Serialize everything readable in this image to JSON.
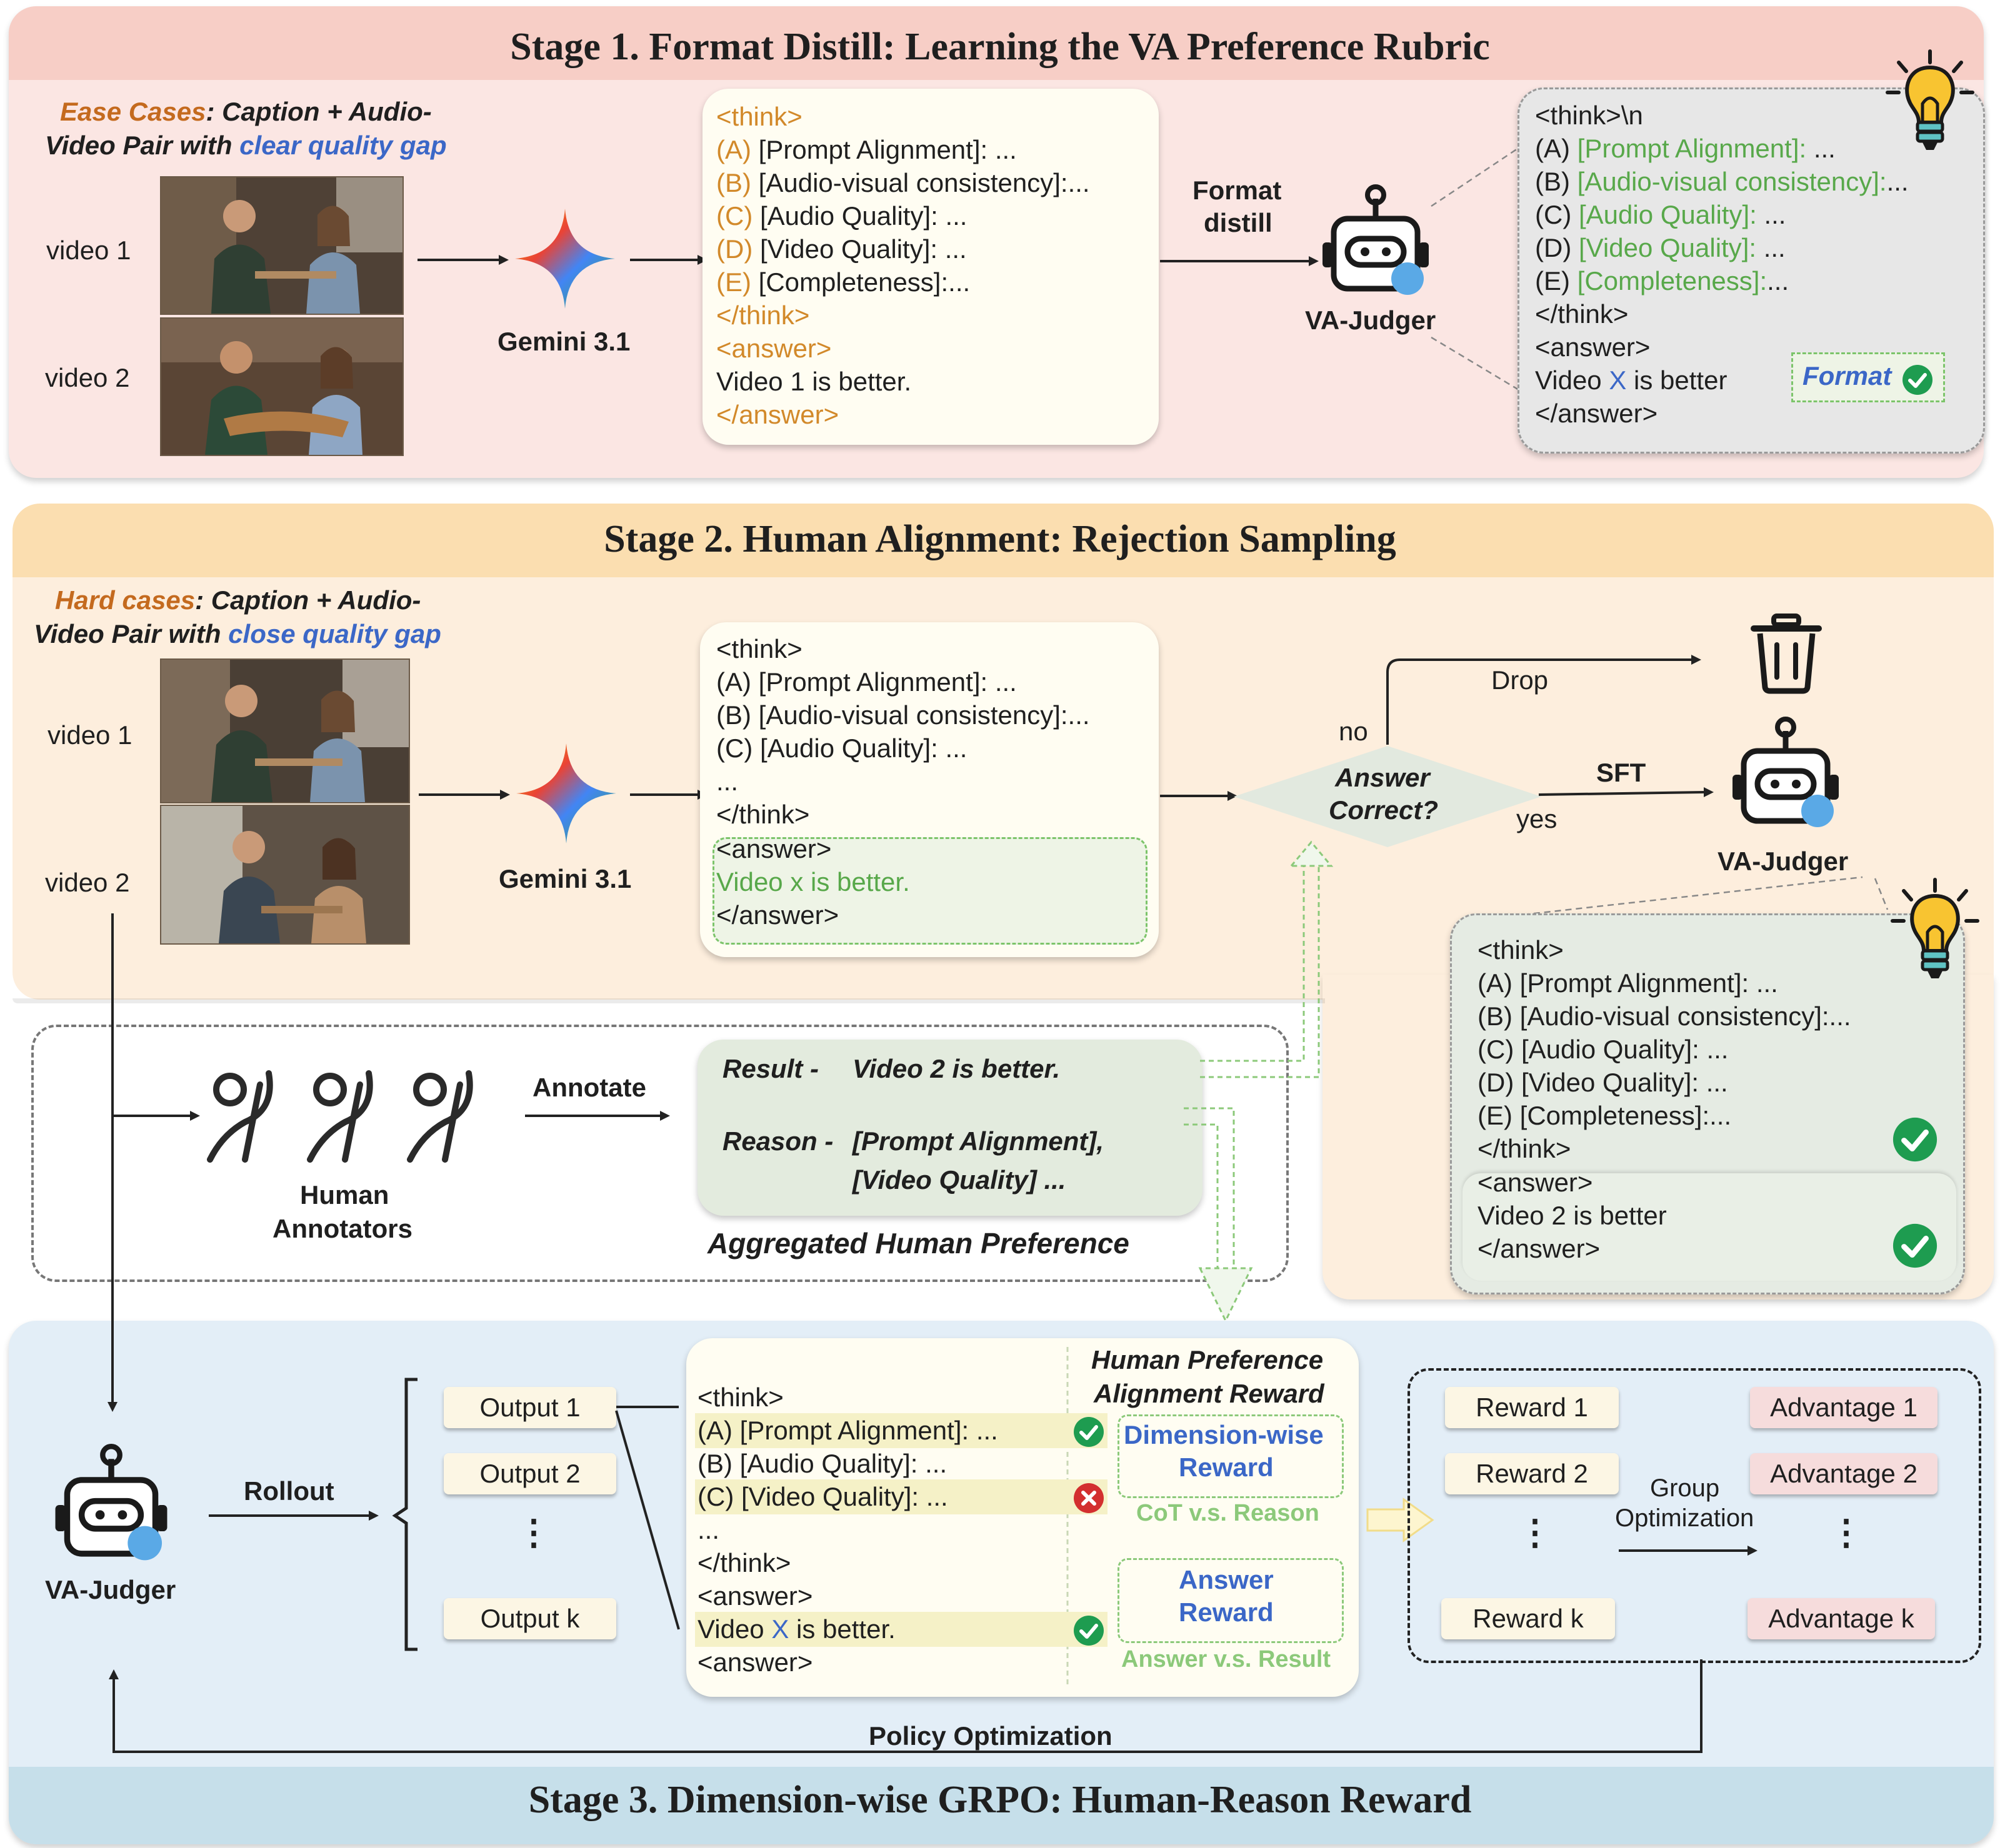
{
  "stage1": {
    "title": "Stage 1. Format Distill: Learning the VA Preference Rubric",
    "case_head": "Ease Cases",
    "case_rest": ": Caption + Audio-",
    "case_line2": "Video Pair with ",
    "case_gap": "clear quality gap",
    "video1": "video 1",
    "video2": "video 2",
    "model": "Gemini 3.1",
    "output": {
      "think_open": "<think>",
      "a_tag": "(A)",
      "a_text": " [Prompt Alignment]: ...",
      "b_tag": "(B)",
      "b_text": " [Audio-visual consistency]:...",
      "c_tag": "(C)",
      "c_text": " [Audio Quality]: ...",
      "d_tag": "(D)",
      "d_text": " [Video Quality]: ...",
      "e_tag": "(E)",
      "e_text": " [Completeness]:...",
      "think_close": "</think>",
      "answer_open": "<answer>",
      "answer": "Video 1 is better.",
      "answer_close": "</answer>"
    },
    "distill_line1": "Format",
    "distill_line2": "distill",
    "judger": "VA-Judger",
    "template": {
      "think_open": "<think>\\n",
      "a_tag": "(A) ",
      "a_text": "[Prompt Alignment]:",
      "a_tail": " ...",
      "b_tag": "(B) ",
      "b_text": "[Audio-visual consistency]:",
      "b_tail": "...",
      "c_tag": "(C) ",
      "c_text": "[Audio Quality]:",
      "c_tail": " ...",
      "d_tag": "(D) ",
      "d_text": "[Video Quality]:",
      "d_tail": " ...",
      "e_tag": "(E) ",
      "e_text": "[Completeness]:",
      "e_tail": "...",
      "think_close": "</think>",
      "answer_open": "<answer>",
      "answer_pre": "Video ",
      "answer_x": "X",
      "answer_post": " is better",
      "answer_close": "</answer>",
      "format_label": "Format"
    }
  },
  "stage2": {
    "title": "Stage 2. Human Alignment: Rejection Sampling",
    "case_head": "Hard cases",
    "case_rest": ": Caption + Audio-",
    "case_line2": "Video Pair with ",
    "case_gap": "close quality gap",
    "video1": "video 1",
    "video2": "video 2",
    "model": "Gemini 3.1",
    "output": {
      "think_open": "<think>",
      "a": "(A) [Prompt Alignment]: ...",
      "b": "(B) [Audio-visual consistency]:...",
      "c": "(C) [Audio Quality]: ...",
      "dots": "...",
      "think_close": "</think>",
      "answer_open": "<answer>",
      "answer": "Video x is better.",
      "answer_close": "</answer>"
    },
    "decision_line1": "Answer",
    "decision_line2": "Correct?",
    "no_label": "no",
    "yes_label": "yes",
    "drop_label": "Drop",
    "sft_label": "SFT",
    "judger": "VA-Judger",
    "sample": {
      "think_open": "<think>",
      "a": "(A) [Prompt Alignment]: ...",
      "b": "(B) [Audio-visual consistency]:...",
      "c": "(C) [Audio Quality]: ...",
      "d": "(D) [Video Quality]: ...",
      "e": "(E) [Completeness]:...",
      "think_close": "</think>",
      "answer_open": "<answer>",
      "answer": "Video 2 is better",
      "answer_close": "</answer>"
    },
    "human": {
      "annotators_line1": "Human",
      "annotators_line2": "Annotators",
      "annotate": "Annotate",
      "result_key": "Result -",
      "result_val": "Video 2 is better.",
      "reason_key": "Reason -",
      "reason_val1": "[Prompt Alignment],",
      "reason_val2": "[Video Quality] ...",
      "caption": "Aggregated Human Preference"
    }
  },
  "stage3": {
    "title": "Stage 3. Dimension-wise GRPO: Human-Reason Reward",
    "judger": "VA-Judger",
    "rollout": "Rollout",
    "outputs": [
      "Output 1",
      "Output 2",
      "⋮",
      "Output k"
    ],
    "cot": {
      "think_open": "<think>",
      "a": "(A) [Prompt Alignment]: ...",
      "b": "(B) [Audio Quality]: ...",
      "c": "(C) [Video Quality]: ...",
      "dots": "...",
      "think_close": "</think>",
      "answer_open": "<answer>",
      "answer_pre": "Video ",
      "answer_x": "X",
      "answer_post": " is better.",
      "answer_close": "<answer>"
    },
    "reward_header_line1": "Human Preference",
    "reward_header_line2": "Alignment Reward",
    "dim_reward_line1": "Dimension-wise",
    "dim_reward_line2": "Reward",
    "dim_reward_note": "CoT v.s. Reason",
    "ans_reward_line1": "Answer",
    "ans_reward_line2": "Reward",
    "ans_reward_note": "Answer v.s. Result",
    "rewards": [
      "Reward 1",
      "Reward 2",
      "⋮",
      "Reward k"
    ],
    "advantages": [
      "Advantage 1",
      "Advantage 2",
      "⋮",
      "Advantage k"
    ],
    "group_line1": "Group",
    "group_line2": "Optimization",
    "policy": "Policy Optimization"
  },
  "colors": {
    "stage1_bg": "#fbe6e3",
    "stage1_header": "#f7cec6",
    "stage2_bg": "#fdeedd",
    "stage2_header": "#fbdeb0",
    "stage3_bg": "#e3eef7",
    "stage3_footer": "#c6dfea",
    "think_orange": "#d2892a",
    "dimension_green": "#58a84a",
    "accent_blue": "#3b67c7",
    "case_brown": "#c46a1e",
    "check_green": "#1e9c50",
    "cross_red": "#d32f2f"
  },
  "icons": [
    "gemini-star-icon",
    "robot-icon",
    "lightbulb-icon",
    "trash-icon",
    "check-icon",
    "cross-icon",
    "human-annotator-icon"
  ]
}
